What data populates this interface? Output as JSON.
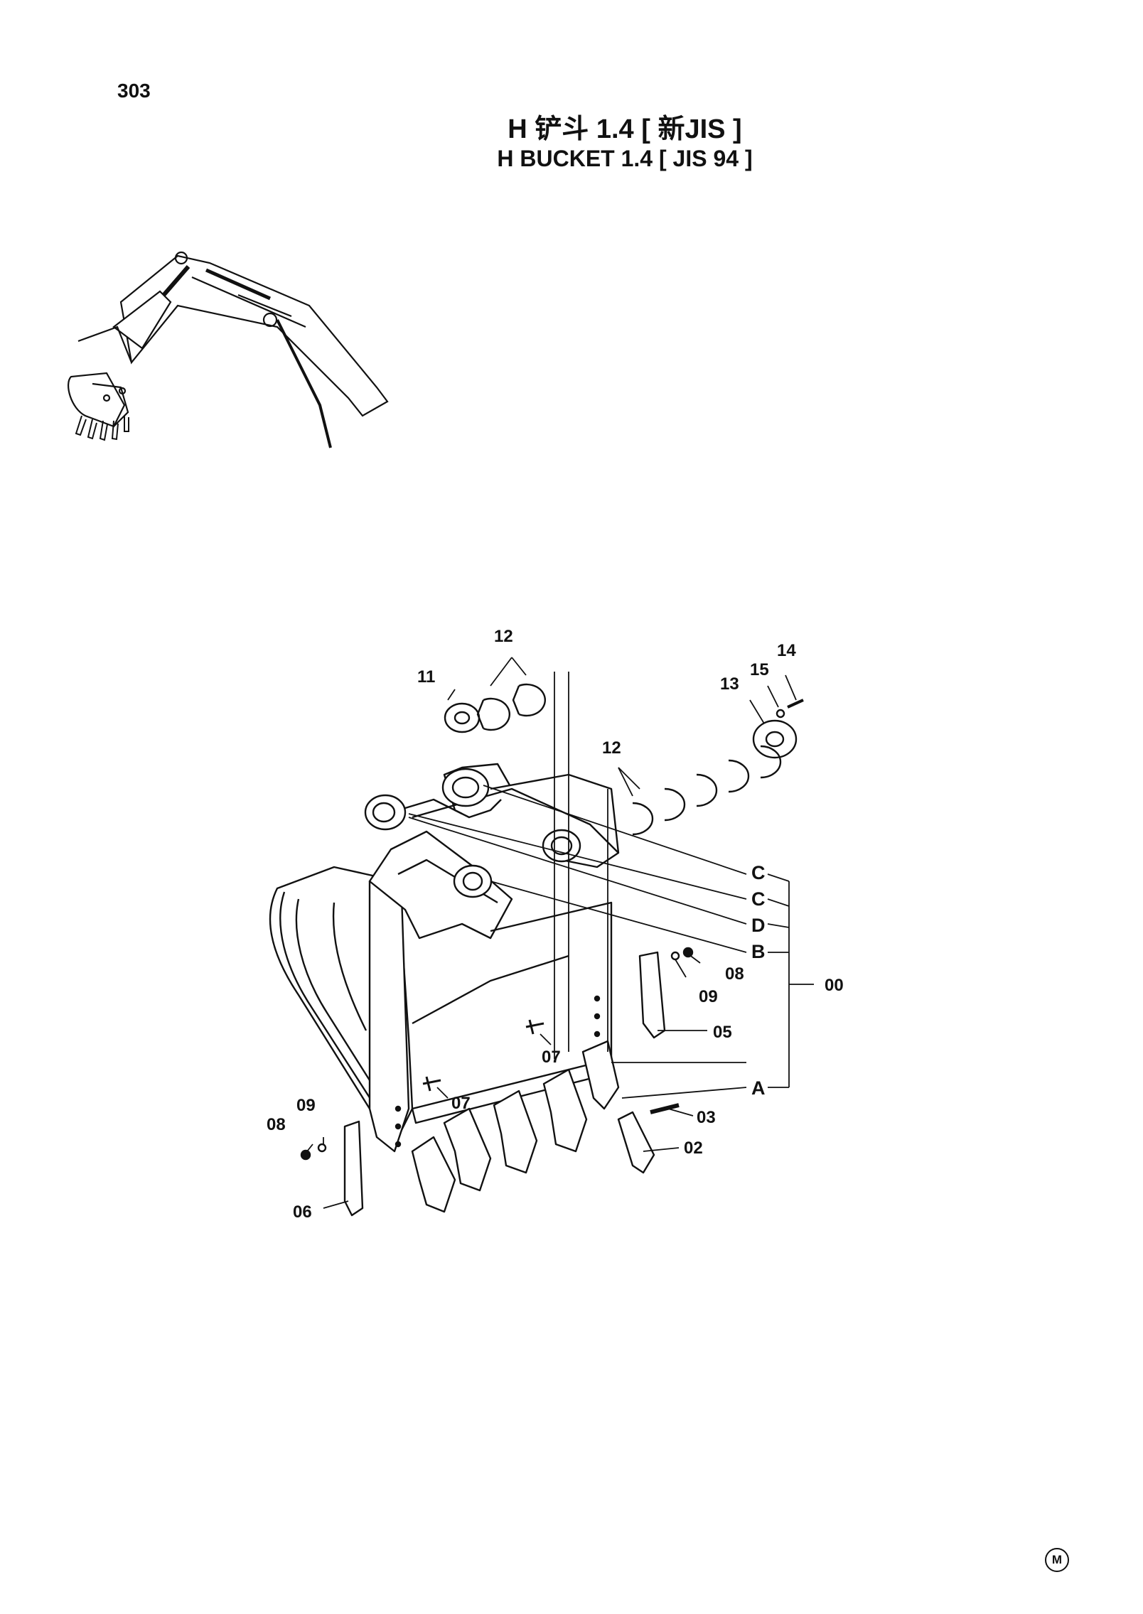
{
  "page_number": "303",
  "title_cn": "H 铲斗  1.4 [ 新JIS ]",
  "title_en": "H  BUCKET  1.4 [ JIS 94 ]",
  "callouts": {
    "c00": "00",
    "c02": "02",
    "c03": "03",
    "c05": "05",
    "c06": "06",
    "c07a": "07",
    "c07b": "07",
    "c08a": "08",
    "c08b": "08",
    "c09a": "09",
    "c09b": "09",
    "c11": "11",
    "c12a": "12",
    "c12b": "12",
    "c13": "13",
    "c14": "14",
    "c15": "15"
  },
  "refs": {
    "A": "A",
    "B": "B",
    "C1": "C",
    "C2": "C",
    "D": "D"
  },
  "corner_mark": "M"
}
